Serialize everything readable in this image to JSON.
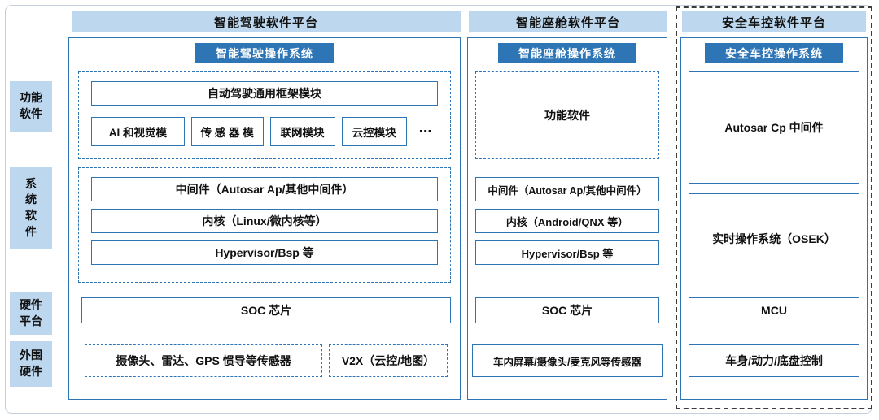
{
  "colors": {
    "accent": "#2E75B6",
    "header_bg": "#BDD7EE",
    "badge_bg": "#2E75B6"
  },
  "row_labels": {
    "functional": "功能\n软件",
    "system": "系\n统\n软\n件",
    "hardware": "硬件\n平台",
    "peripheral": "外围\n硬件"
  },
  "driving": {
    "platform_title": "智能驾驶软件平台",
    "os_badge": "智能驾驶操作系统",
    "framework": "自动驾驶通用框架模块",
    "modules": [
      "AI 和视觉模",
      "传 感 器 模",
      "联网模块",
      "云控模块",
      "⋯"
    ],
    "middleware": "中间件（Autosar Ap/其他中间件）",
    "kernel": "内核（Linux/微内核等）",
    "hypervisor": "Hypervisor/Bsp 等",
    "soc": "SOC 芯片",
    "sensors": "摄像头、雷达、GPS 惯导等传感器",
    "v2x": "V2X（云控/地图）"
  },
  "cockpit": {
    "platform_title": "智能座舱软件平台",
    "os_badge": "智能座舱操作系统",
    "functional": "功能软件",
    "middleware": "中间件（Autosar Ap/其他中间件）",
    "kernel": "内核（Android/QNX 等）",
    "hypervisor": "Hypervisor/Bsp 等",
    "soc": "SOC 芯片",
    "sensors": "车内屏幕/摄像头/麦克风等传感器"
  },
  "control": {
    "platform_title": "安全车控软件平台",
    "os_badge": "安全车控操作系统",
    "middleware": "Autosar Cp 中间件",
    "rtos": "实时操作系统（OSEK）",
    "mcu": "MCU",
    "chassis": "车身/动力/底盘控制"
  }
}
